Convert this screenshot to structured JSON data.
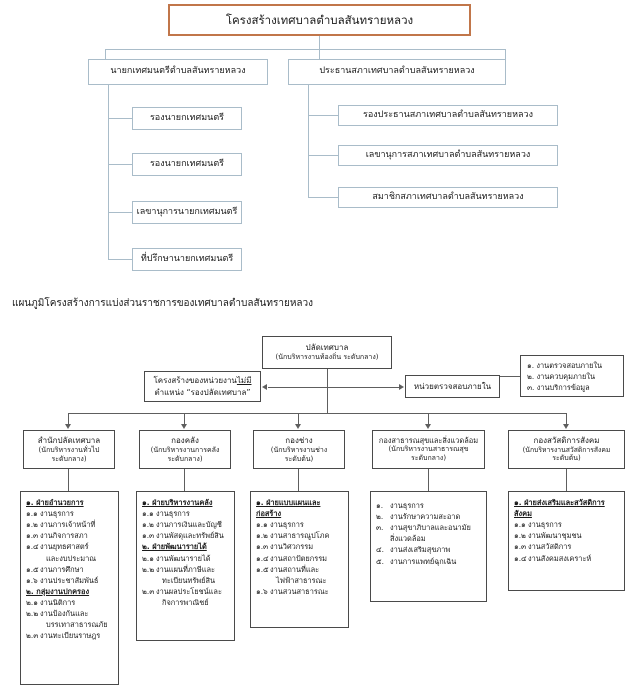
{
  "chart1": {
    "title": "โครงสร้างเทศบาลตำบลสันทรายหลวง",
    "left_branch": {
      "head": "นายกเทศมนตรีตำบลสันทรายหลวง",
      "children": [
        "รองนายกเทศมนตรี",
        "รองนายกเทศมนตรี",
        "เลขานุการนายกเทศมนตรี",
        "ที่ปรึกษานายกเทศมนตรี"
      ]
    },
    "right_branch": {
      "head": "ประธานสภาเทศบาลตำบลสันทรายหลวง",
      "children": [
        "รองประธานสภาเทศบาลตำบลสันทรายหลวง",
        "เลขานุการสภาเทศบาลตำบลสันทรายหลวง",
        "สมาชิกสภาเทศบาลตำบลสันทรายหลวง"
      ]
    }
  },
  "caption": "แผนภูมิโครงสร้างการแบ่งส่วนราชการของเทศบาลตำบลสันทรายหลวง",
  "chart2": {
    "root": {
      "line1": "ปลัดเทศบาล",
      "line2": "(นักบริหารงานท้องถิ่น ระดับกลาง)"
    },
    "note": {
      "part1": "โครงสร้างของหน่วยงาน",
      "underlined": "ไม่มี",
      "part2": "ตำแหน่ง “รองปลัดเทศบาล”"
    },
    "audit_unit": "หน่วยตรวจสอบภายใน",
    "audit_tasks": [
      "๑. งานตรวจสอบภายใน",
      "๒. งานควบคุมภายใน",
      "๓. งานบริการข้อมูล"
    ],
    "departments": [
      {
        "header": {
          "name": "สำนักปลัดเทศบาล",
          "role": "(นักบริหารงานทั่วไป",
          "level": "ระดับกลาง)"
        },
        "groups": [
          {
            "label": "๑. ฝ่ายอำนวยการ",
            "items": [
              {
                "num": "๑.๑",
                "text": "งานธุรการ",
                "cont": ""
              },
              {
                "num": "๑.๒",
                "text": "งานการเจ้าหน้าที่",
                "cont": ""
              },
              {
                "num": "๑.๓",
                "text": "งานกิจการสภา",
                "cont": ""
              },
              {
                "num": "๑.๔",
                "text": "งานยุทธศาสตร์",
                "cont": "และงบประมาณ"
              },
              {
                "num": "๑.๕",
                "text": "งานการศึกษา",
                "cont": ""
              },
              {
                "num": "๑.๖",
                "text": "งานประชาสัมพันธ์",
                "cont": ""
              }
            ]
          },
          {
            "label": "๒. กลุ่มงานปกครอง",
            "items": [
              {
                "num": "๒.๑",
                "text": "งานนิติการ",
                "cont": ""
              },
              {
                "num": "๒.๒",
                "text": "งานป้องกันและ",
                "cont": "บรรเทาสาธารณภัย"
              },
              {
                "num": "๒.๓",
                "text": "งานทะเบียนราษฎร",
                "cont": ""
              }
            ]
          }
        ]
      },
      {
        "header": {
          "name": "กองคลัง",
          "role": "(นักบริหารงานการคลัง",
          "level": "ระดับกลาง)"
        },
        "groups": [
          {
            "label": "๑. ฝ่ายบริหารงานคลัง",
            "items": [
              {
                "num": "๑.๑",
                "text": "งานธุรการ",
                "cont": ""
              },
              {
                "num": "๑.๒",
                "text": "งานการเงินและบัญชี",
                "cont": ""
              },
              {
                "num": "๑.๓",
                "text": "งานพัสดุและทรัพย์สิน",
                "cont": ""
              }
            ]
          },
          {
            "label": "๒. ฝ่ายพัฒนารายได้",
            "items": [
              {
                "num": "๒.๑",
                "text": "งานพัฒนารายได้",
                "cont": ""
              },
              {
                "num": "๒.๒",
                "text": "งานแผนที่ภาษีและ",
                "cont": "ทะเบียนทรัพย์สิน"
              },
              {
                "num": "๒.๓",
                "text": "งานผลประโยชน์และ",
                "cont": "กิจการพาณิชย์"
              }
            ]
          }
        ]
      },
      {
        "header": {
          "name": "กองช่าง",
          "role": "(นักบริหารงานช่าง",
          "level": "ระดับต้น)"
        },
        "groups": [
          {
            "label": "๑. ฝ่ายแบบแผนและ",
            "label2": "ก่อสร้าง",
            "items": [
              {
                "num": "๑.๑",
                "text": "งานธุรการ",
                "cont": ""
              },
              {
                "num": "๑.๒",
                "text": "งานสาธารณูปโภค",
                "cont": ""
              },
              {
                "num": "๑.๓",
                "text": "งานวิศวกรรม",
                "cont": ""
              },
              {
                "num": "๑.๔",
                "text": "งานสถาปัตยกรรม",
                "cont": ""
              },
              {
                "num": "๑.๕",
                "text": "งานสถานที่และ",
                "cont": "ไฟฟ้าสาธารณะ"
              },
              {
                "num": "๑.๖",
                "text": "งานสวนสาธารณะ",
                "cont": ""
              }
            ]
          }
        ]
      },
      {
        "header": {
          "name": "กองสาธารณสุขและสิ่งแวดล้อม",
          "role": "(นักบริหารงานสาธารณสุข",
          "level": "ระดับกลาง)"
        },
        "groups": [
          {
            "label": "",
            "items": [
              {
                "num": "๑.",
                "text": "งานธุรการ",
                "cont": ""
              },
              {
                "num": "๒.",
                "text": "งานรักษาความสะอาด",
                "cont": ""
              },
              {
                "num": "๓.",
                "text": "งานสุขาภิบาลและอนามัย",
                "cont": "สิ่งแวดล้อม"
              },
              {
                "num": "๔.",
                "text": "งานส่งเสริมสุขภาพ",
                "cont": ""
              },
              {
                "num": "๕.",
                "text": "งานการแพทย์ฉุกเฉิน",
                "cont": ""
              }
            ]
          }
        ]
      },
      {
        "header": {
          "name": "กองสวัสดิการสังคม",
          "role": "(นักบริหารงานสวัสดิการสังคม",
          "level": "ระดับต้น)"
        },
        "groups": [
          {
            "label": "๑. ฝ่ายส่งเสริมและสวัสดิการ",
            "label2": "สังคม",
            "items": [
              {
                "num": "๑.๑",
                "text": "งานธุรการ",
                "cont": ""
              },
              {
                "num": "๑.๒",
                "text": "งานพัฒนาชุมชน",
                "cont": ""
              },
              {
                "num": "๑.๓",
                "text": "งานสวัสดิการ",
                "cont": ""
              },
              {
                "num": "๑.๔",
                "text": "งานสังคมสงเคราะห์",
                "cont": ""
              }
            ]
          }
        ]
      }
    ]
  },
  "colors": {
    "title_border": "#c1764a",
    "chart1_border": "#a9bcc9",
    "chart2_border": "#4a4a4a",
    "connector": "#5e5e5e"
  }
}
